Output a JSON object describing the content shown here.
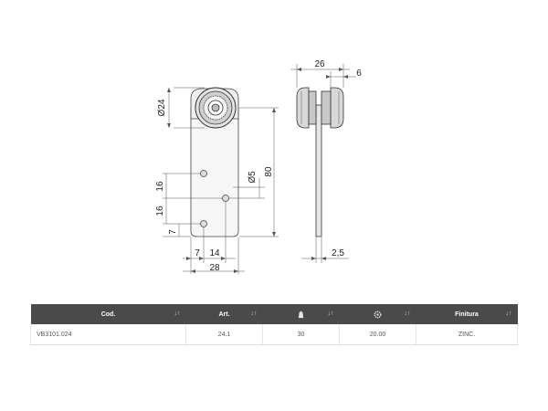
{
  "drawing": {
    "dims": {
      "d24": "Ø24",
      "d5": "Ø5",
      "h80": "80",
      "s16a": "16",
      "s16b": "16",
      "s7": "7",
      "b7": "7",
      "b14": "14",
      "b28": "28",
      "w26": "26",
      "w6": "6",
      "t25": "2,5"
    }
  },
  "table": {
    "columns": [
      {
        "label": "Cod.",
        "icon": null
      },
      {
        "label": "Art.",
        "icon": null
      },
      {
        "label": "",
        "icon": "weight-icon"
      },
      {
        "label": "",
        "icon": "gear-icon"
      },
      {
        "label": "Finitura",
        "icon": null
      }
    ],
    "sort_glyph": "↓↑",
    "rows": [
      [
        "VB3101.024",
        "24.1",
        "30",
        "20.00",
        "ZINC."
      ]
    ]
  },
  "colors": {
    "header_bg": "#4a4a4a",
    "line": "#333333"
  }
}
